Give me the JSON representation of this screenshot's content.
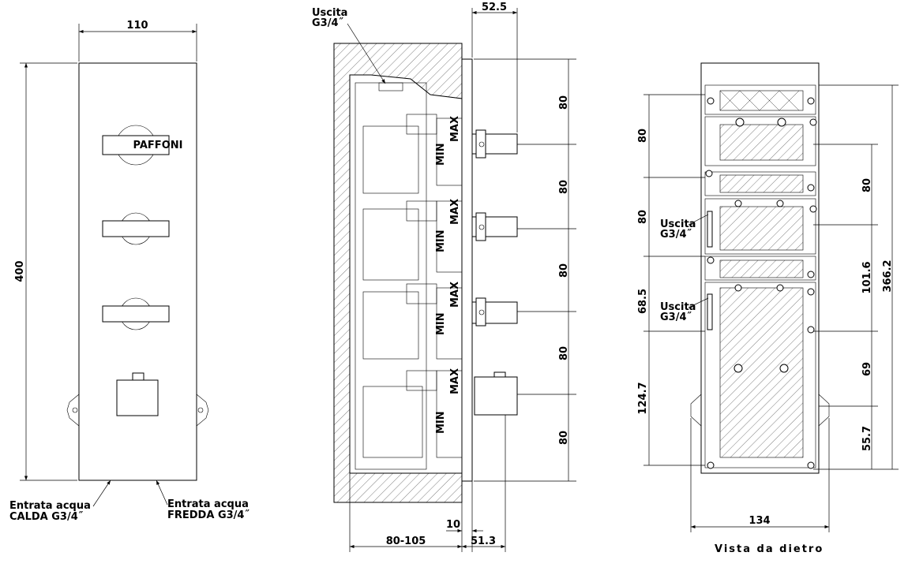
{
  "front_view": {
    "width_dim": "110",
    "height_dim": "400",
    "label_hot": [
      "Entrata acqua",
      "CALDA  G3/4˝"
    ],
    "label_cold": [
      "Entrata acqua",
      "FREDDA  G3/4˝"
    ],
    "handle_brand": "Paffoni"
  },
  "side_view": {
    "outlet_label": [
      "Uscita",
      "G3/4˝"
    ],
    "top_dim": "52.5",
    "right_dims": [
      "80",
      "80",
      "80",
      "80",
      "80"
    ],
    "min_label": "MIN",
    "max_label": "MAX",
    "wall_gap_dim": "10",
    "depth_dim": "80-105",
    "protrusion_dim": "51.3"
  },
  "back_view": {
    "title": "Vista da dietro",
    "left_dims": [
      "80",
      "80",
      "68.5",
      "124.7"
    ],
    "right_dims": [
      "80",
      "101.6",
      "69",
      "55.7"
    ],
    "total_dim": "366.2",
    "width_dim": "134",
    "outlet_label_1": [
      "Uscita",
      "G3/4˝"
    ],
    "outlet_label_2": [
      "Uscita",
      "G3/4˝"
    ]
  }
}
